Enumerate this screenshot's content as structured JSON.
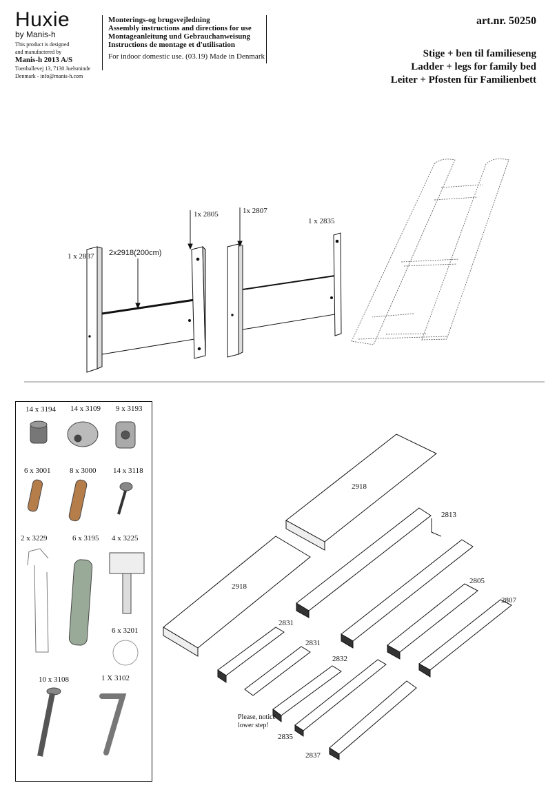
{
  "header": {
    "brand": "Huxie",
    "byline": "by Manis-h",
    "designed_line1": "This product is designed",
    "designed_line2": "and manufactered by",
    "company": "Manis-h 2013 A/S",
    "address": "Toenballevej 13, 7130 Juelsminde",
    "contact": "Denmark - info@manis-h.com",
    "title_da": "Monterings-og brugsvejledning",
    "title_en": "Assembly instructions and directions for use",
    "title_de": "Montageanleitung und Gebrauchanweisung",
    "title_fr": "Instructions de montage et d'utilisation",
    "indoor": "For indoor domestic use. (03.19) Made in Denmark",
    "art_nr": "art.nr. 50250",
    "product_da": "Stige + ben til familieseng",
    "product_en": "Ladder + legs for family bed",
    "product_de": "Leiter + Pfosten für Familienbett"
  },
  "top_diagram": {
    "label_2837": "1 x 2837",
    "label_2918": "2x2918(200cm)",
    "label_2805": "1x 2805",
    "label_2807": "1x 2807",
    "label_2835": "1 x 2835"
  },
  "hardware": {
    "h3194": "14 x 3194",
    "h3109": "14 x 3109",
    "h3193": "9 x 3193",
    "h3001": "6 x 3001",
    "h3000": "8 x 3000",
    "h3118": "14 x 3118",
    "h3229": "2 x 3229",
    "h3195": "6 x 3195",
    "h3225": "4 x 3225",
    "h3201": "6 x 3201",
    "h3108": "10 x 3108",
    "h3102": "1 X 3102"
  },
  "parts": {
    "p2918a": "2918",
    "p2918b": "2918",
    "p2813": "2813",
    "p2805": "2805",
    "p2807": "2807",
    "p2831a": "2831",
    "p2831b": "2831",
    "p2832": "2832",
    "p2835": "2835",
    "p2837": "2837",
    "note": "Please, notice lower step!"
  }
}
